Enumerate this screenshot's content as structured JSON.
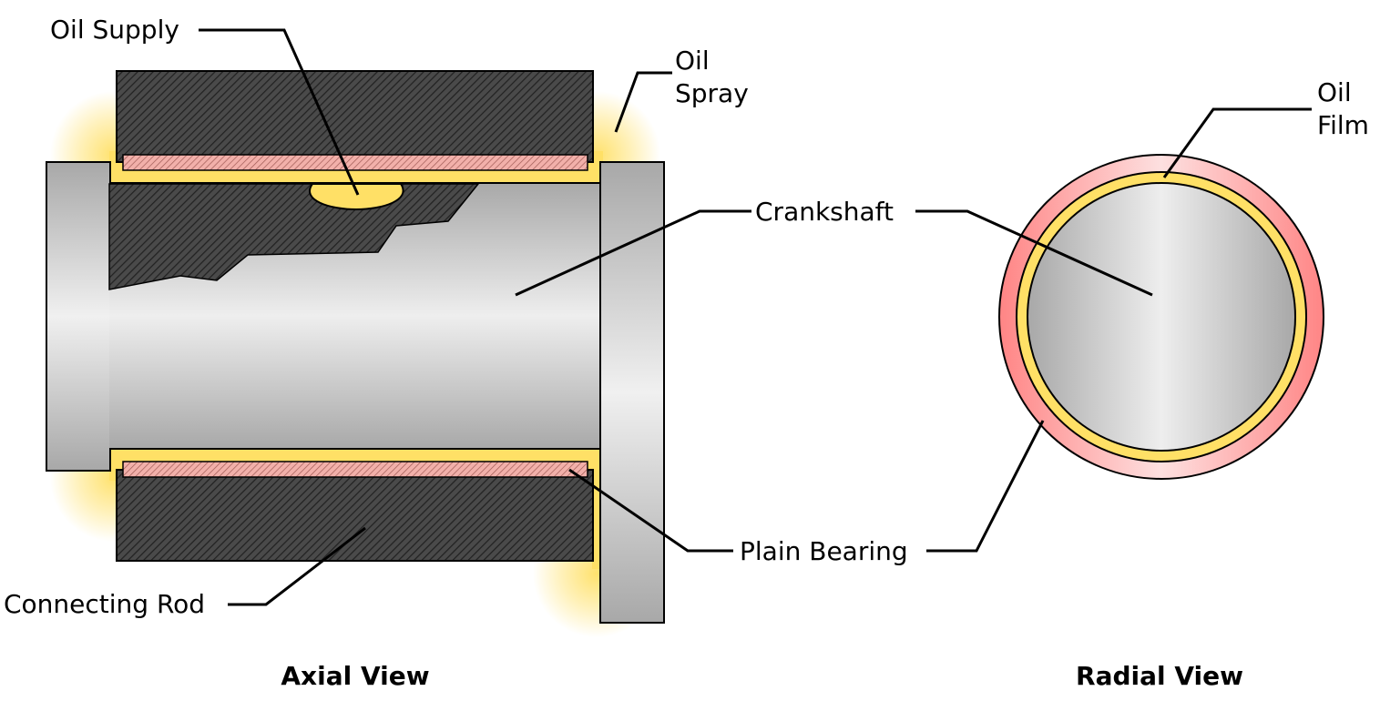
{
  "labels": {
    "oil_supply": "Oil Supply",
    "oil_spray_line1": "Oil",
    "oil_spray_line2": "Spray",
    "crankshaft": "Crankshaft",
    "plain_bearing": "Plain Bearing",
    "connecting_rod": "Connecting Rod",
    "oil_film_line1": "Oil",
    "oil_film_line2": "Film"
  },
  "titles": {
    "axial": "Axial View",
    "radial": "Radial View"
  },
  "colors": {
    "oil": "#ffe066",
    "bearing": "#f7b3b0",
    "bearing_dark": "#ff8080",
    "rod": "#404040",
    "shaft_light": "#eeeeee",
    "shaft_dark": "#a8a8a8",
    "outline": "#000000"
  }
}
